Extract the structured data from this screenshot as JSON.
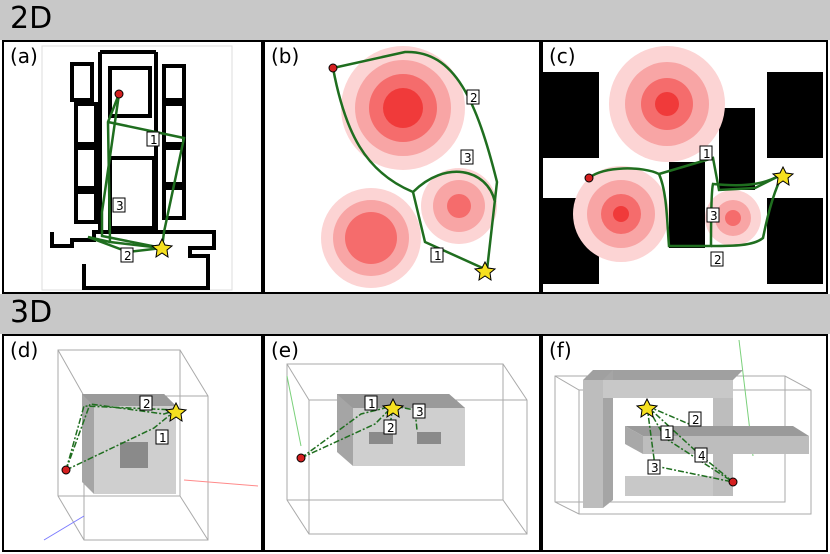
{
  "sections": {
    "top": "2D",
    "bottom": "3D"
  },
  "panels": [
    {
      "id": "a",
      "label": "(a)",
      "numbers": [
        "1",
        "3",
        "2"
      ]
    },
    {
      "id": "b",
      "label": "(b)",
      "numbers": [
        "2",
        "3",
        "1"
      ]
    },
    {
      "id": "c",
      "label": "(c)",
      "numbers": [
        "1",
        "3",
        "2"
      ]
    },
    {
      "id": "d",
      "label": "(d)",
      "numbers": [
        "2",
        "1"
      ]
    },
    {
      "id": "e",
      "label": "(e)",
      "numbers": [
        "1",
        "3",
        "2"
      ]
    },
    {
      "id": "f",
      "label": "(f)",
      "numbers": [
        "2",
        "1",
        "4",
        "3"
      ]
    }
  ],
  "colors": {
    "path": "#1f6e1f",
    "start": "#d42020",
    "goal": "#f5e020",
    "obstacle": "#000000",
    "band": "#c8c8c8"
  },
  "icons": {
    "start": "red-dot-icon",
    "goal": "star-icon"
  }
}
